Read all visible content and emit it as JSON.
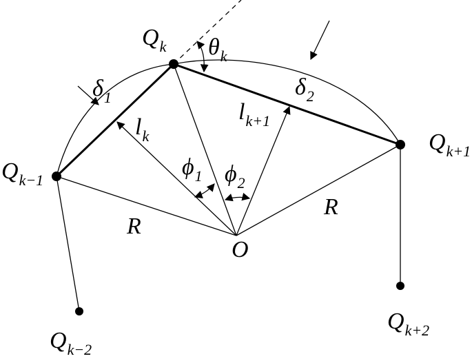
{
  "points": {
    "qk": {
      "main": "Q",
      "sub": "k"
    },
    "qk1m": {
      "main": "Q",
      "sub": "k−1"
    },
    "qk1p": {
      "main": "Q",
      "sub": "k+1"
    },
    "qk2m": {
      "main": "Q",
      "sub": "k−2"
    },
    "qk2p": {
      "main": "Q",
      "sub": "k+2"
    }
  },
  "labels": {
    "center": "O",
    "radius_left": "R",
    "radius_right": "R",
    "delta1": {
      "main": "δ",
      "sub": "1"
    },
    "delta2": {
      "main": "δ",
      "sub": "2"
    },
    "theta": {
      "main": "θ",
      "sub": "k"
    },
    "lk": {
      "main": "l",
      "sub": "k"
    },
    "lk1": {
      "main": "l",
      "sub": "k+1"
    },
    "phi1": {
      "main": "ϕ",
      "sub": "1"
    },
    "phi2": {
      "main": "ϕ",
      "sub": "2"
    }
  }
}
